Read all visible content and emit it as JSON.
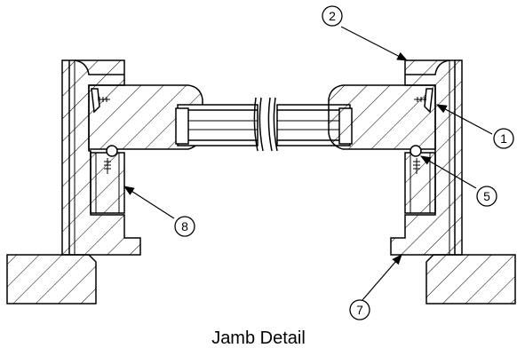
{
  "caption": "Jamb Detail",
  "callouts": [
    {
      "id": "c2",
      "label": "2"
    },
    {
      "id": "c1",
      "label": "1"
    },
    {
      "id": "c5",
      "label": "5"
    },
    {
      "id": "c8",
      "label": "8"
    },
    {
      "id": "c7",
      "label": "7"
    }
  ],
  "colors": {
    "line": "#000000",
    "background": "#ffffff"
  }
}
